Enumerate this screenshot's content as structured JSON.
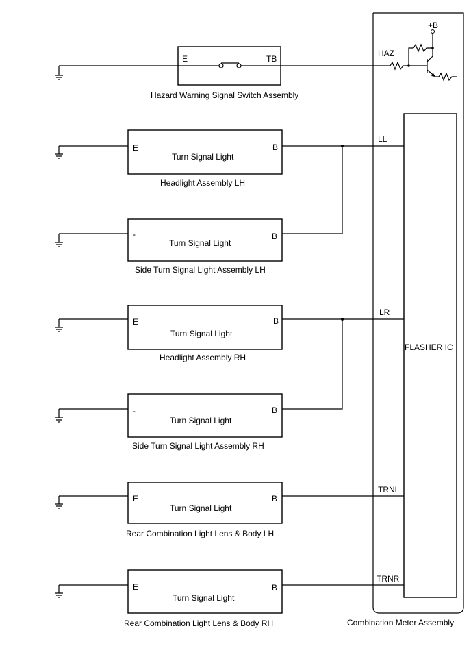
{
  "hazard_switch": {
    "pin_left": "E",
    "pin_right": "TB",
    "caption": "Hazard Warning Signal Switch Assembly"
  },
  "lights": [
    {
      "pin_left": "E",
      "pin_right": "B",
      "label": "Turn  Signal Light",
      "caption": "Headlight Assembly LH"
    },
    {
      "pin_left": "-",
      "pin_right": "B",
      "label": "Turn  Signal Light",
      "caption": "Side Turn Signal Light Assembly LH"
    },
    {
      "pin_left": "E",
      "pin_right": "B",
      "label": "Turn  Signal Light",
      "caption": "Headlight Assembly RH"
    },
    {
      "pin_left": "-",
      "pin_right": "B",
      "label": "Turn  Signal Light",
      "caption": "Side Turn Signal Light Assembly RH"
    },
    {
      "pin_left": "E",
      "pin_right": "B",
      "label": "Turn  Signal Light",
      "caption": "Rear Combination Light Lens & Body LH"
    },
    {
      "pin_left": "E",
      "pin_right": "B",
      "label": "Turn  Signal Light",
      "caption": "Rear Combination Light Lens & Body RH"
    }
  ],
  "meter": {
    "caption": "Combination Meter Assembly",
    "supply_label": "+B",
    "flasher_label": "FLASHER IC",
    "terminals": {
      "haz": "HAZ",
      "ll": "LL",
      "lr": "LR",
      "trnl": "TRNL",
      "trnr": "TRNR"
    }
  }
}
